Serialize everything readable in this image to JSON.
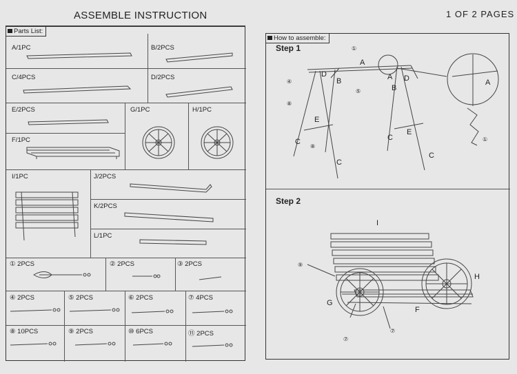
{
  "header": {
    "title": "ASSEMBLE INSTRUCTION",
    "pages": "1 OF 2  PAGES"
  },
  "parts_list": {
    "label": "Parts List:",
    "items": [
      {
        "label": "A/1PC"
      },
      {
        "label": "B/2PCS"
      },
      {
        "label": "C/4PCS"
      },
      {
        "label": "D/2PCS"
      },
      {
        "label": "E/2PCS"
      },
      {
        "label": "G/1PC"
      },
      {
        "label": "H/1PC"
      },
      {
        "label": "F/1PC"
      },
      {
        "label": "I/1PC"
      },
      {
        "label": "J/2PCS"
      },
      {
        "label": "K/2PCS"
      },
      {
        "label": "L/1PC"
      }
    ],
    "hardware": [
      {
        "num": "①",
        "qty": "2PCS"
      },
      {
        "num": "②",
        "qty": "2PCS"
      },
      {
        "num": "③",
        "qty": "2PCS"
      },
      {
        "num": "④",
        "qty": "2PCS"
      },
      {
        "num": "⑤",
        "qty": "2PCS"
      },
      {
        "num": "⑥",
        "qty": "2PCS"
      },
      {
        "num": "⑦",
        "qty": "4PCS"
      },
      {
        "num": "⑧",
        "qty": "10PCS"
      },
      {
        "num": "⑨",
        "qty": "2PCS"
      },
      {
        "num": "⑩",
        "qty": "6PCS"
      },
      {
        "num": "⑪",
        "qty": "2PCS"
      }
    ]
  },
  "how_to": {
    "label": "How to assemble:",
    "step1": "Step 1",
    "step2": "Step 2",
    "step1_labels": {
      "A": "A",
      "B": "B",
      "C": "C",
      "D": "D",
      "E": "E",
      "n1": "①",
      "n4": "④",
      "n5": "⑤",
      "n8": "⑧"
    },
    "step2_labels": {
      "I": "I",
      "G": "G",
      "H": "H",
      "F": "F",
      "n7": "⑦",
      "n9": "⑨"
    }
  }
}
